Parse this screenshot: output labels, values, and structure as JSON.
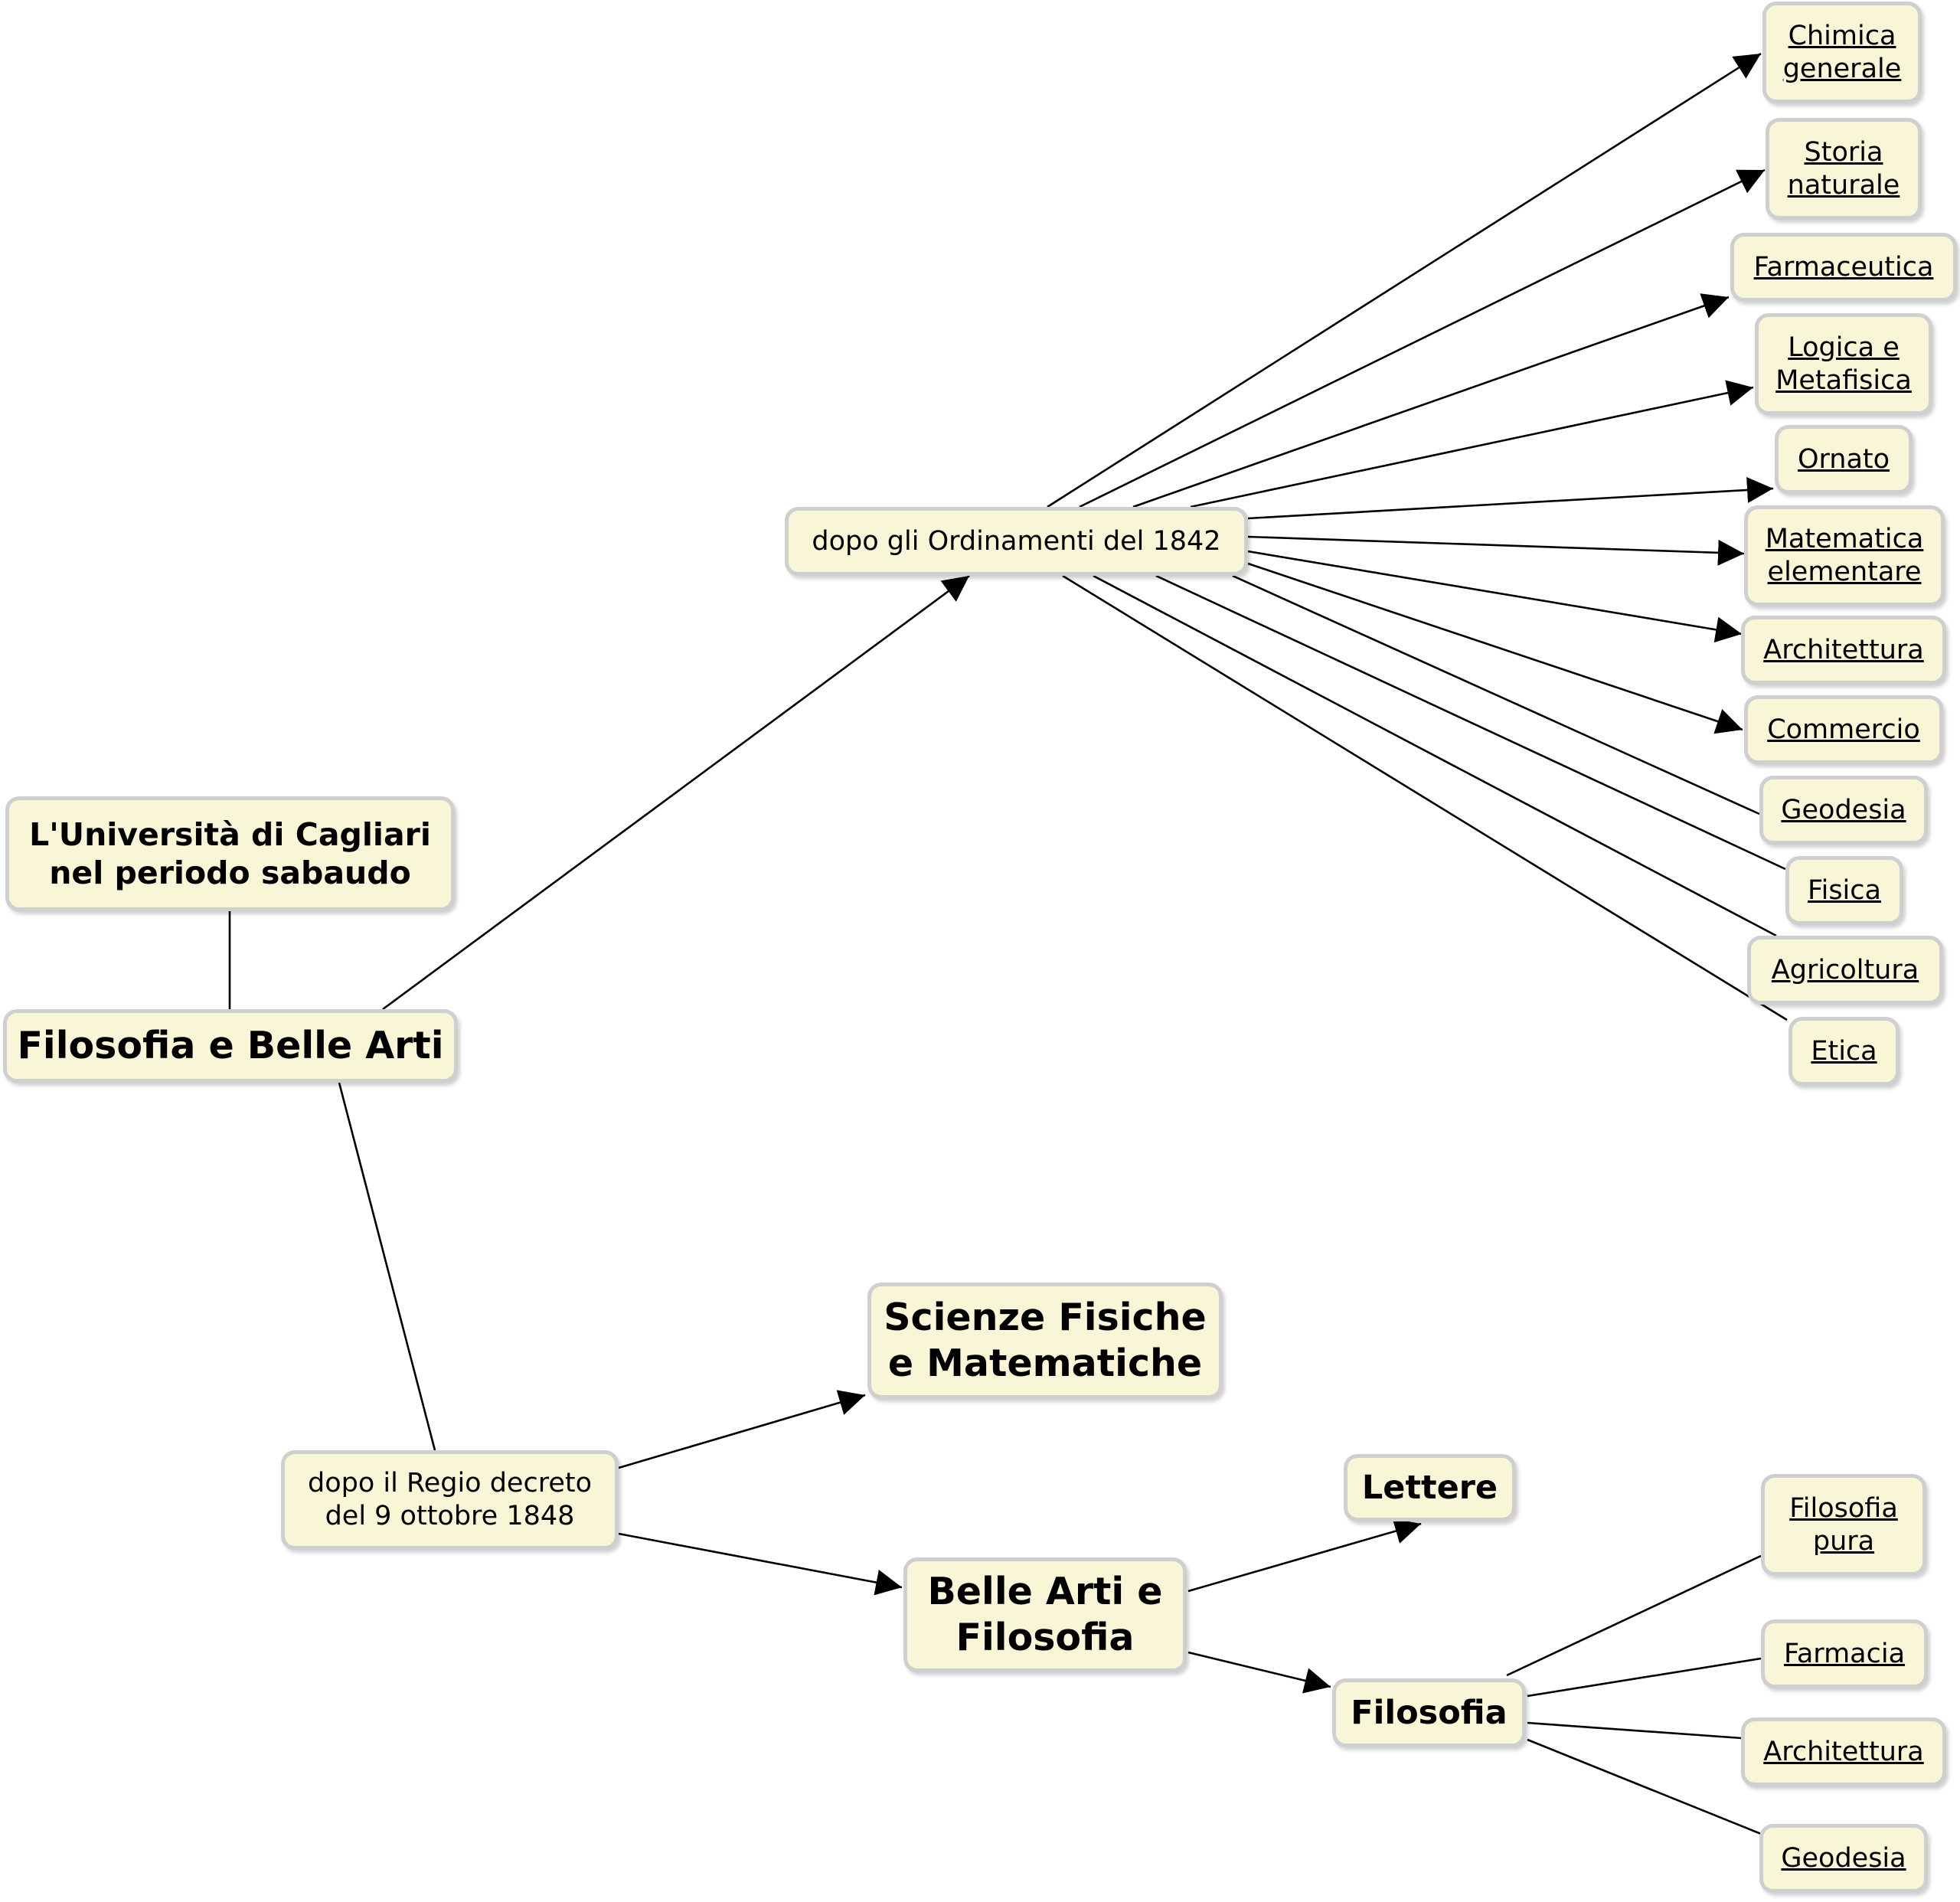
{
  "nodes": {
    "root": "L'Università di Cagliari\nnel periodo sabaudo",
    "filosofia_belle_arti": "Filosofia e Belle Arti",
    "dopo_1842": "dopo gli Ordinamenti del 1842",
    "dopo_1848": "dopo il Regio decreto\ndel 9 ottobre 1848",
    "scienze": "Scienze Fisiche\ne Matematiche",
    "belle_arti_filosofia": "Belle Arti e\nFilosofia",
    "lettere": "Lettere",
    "filosofia": "Filosofia",
    "courses_1842": [
      "Chimica\ngenerale",
      "Storia\nnaturale",
      "Farmaceutica",
      "Logica e\nMetafisica",
      "Ornato",
      "Matematica\nelementare",
      "Architettura",
      "Commercio",
      "Geodesia",
      "Fisica",
      "Agricoltura",
      "Etica"
    ],
    "courses_filosofia": [
      "Filosofia\npura",
      "Farmacia",
      "Architettura",
      "Geodesia"
    ]
  },
  "colors": {
    "node_fill": "#f8f6d6",
    "node_border": "#cfcfcf",
    "edge": "#000000"
  }
}
